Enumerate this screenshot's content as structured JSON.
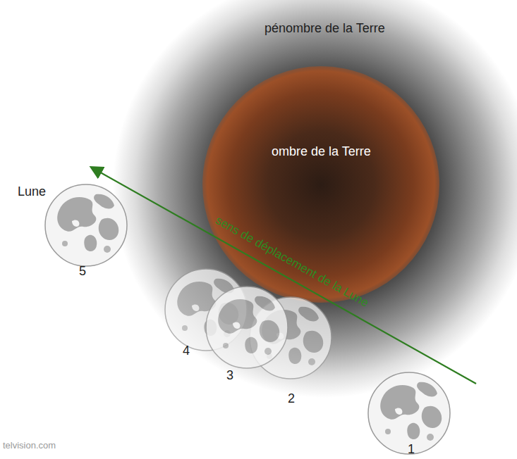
{
  "diagram": {
    "nodes": [
      {
        "text": [
          "pénombre de la Terre"
        ]
      },
      {
        "text": [
          "ombre de la Terre"
        ],
        "in": 0
      }
    ],
    "labels": [
      "Lune",
      "sens de déplacement de la Lune",
      "1",
      "2",
      "3",
      "4",
      "5",
      "telvision.com"
    ]
  }
}
